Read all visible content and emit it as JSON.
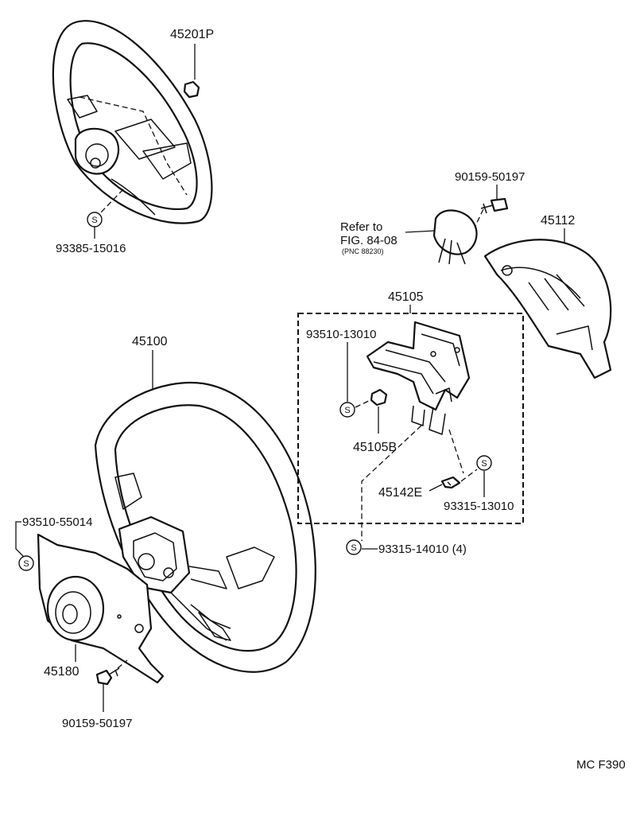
{
  "labels": {
    "p45201P": "45201P",
    "p93385_15016": "93385-15016",
    "p90159_50197_top": "90159-50197",
    "refer_line1": "Refer to",
    "refer_line2": "FIG. 84-08",
    "refer_line3": "(PNC 88230)",
    "p45112": "45112",
    "p45105": "45105",
    "p93510_13010": "93510-13010",
    "p45100": "45100",
    "p45105B": "45105B",
    "p45142E": "45142E",
    "p93315_13010": "93315-13010",
    "p93510_55014": "93510-55014",
    "p93315_14010": "93315-14010 (4)",
    "p45180": "45180",
    "p90159_50197_bottom": "90159-50197",
    "figure_code": "MC F390"
  },
  "symbols": {
    "standard_part_mark": "S"
  }
}
